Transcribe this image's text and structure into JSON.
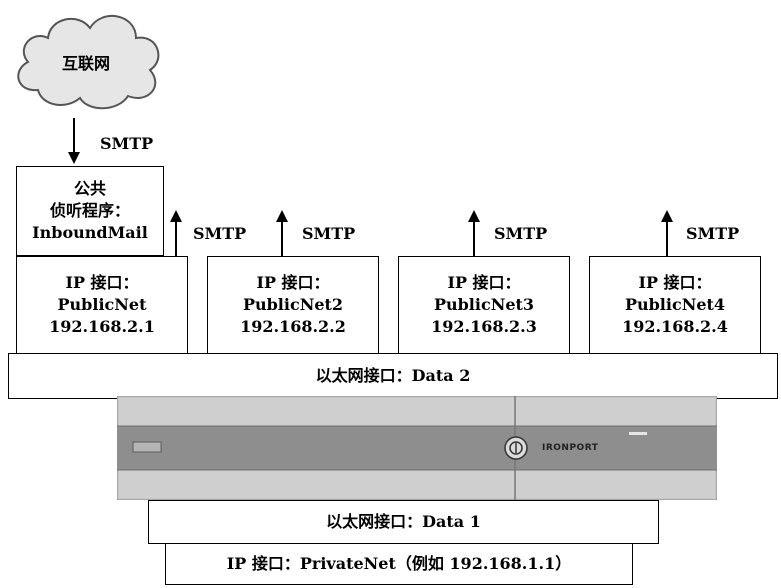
{
  "cloud": {
    "label": "互联网"
  },
  "arrows": {
    "inbound_smtp": "SMTP",
    "out_smtp_1": "SMTP",
    "out_smtp_2": "SMTP",
    "out_smtp_3": "SMTP",
    "out_smtp_4": "SMTP"
  },
  "listener": {
    "line1": "公共",
    "line2": "侦听程序：",
    "line3": "InboundMail"
  },
  "interfaces": [
    {
      "title": "IP 接口：",
      "name": "PublicNet",
      "ip": "192.168.2.1"
    },
    {
      "title": "IP 接口：",
      "name": "PublicNet2",
      "ip": "192.168.2.2"
    },
    {
      "title": "IP 接口：",
      "name": "PublicNet3",
      "ip": "192.168.2.3"
    },
    {
      "title": "IP 接口：",
      "name": "PublicNet4",
      "ip": "192.168.2.4"
    }
  ],
  "ethernet_data2": "以太网接口：Data 2",
  "appliance": {
    "brand": "IronPort"
  },
  "ethernet_data1": "以太网接口：Data 1",
  "private_interface": "IP 接口：PrivateNet（例如 192.168.1.1）"
}
